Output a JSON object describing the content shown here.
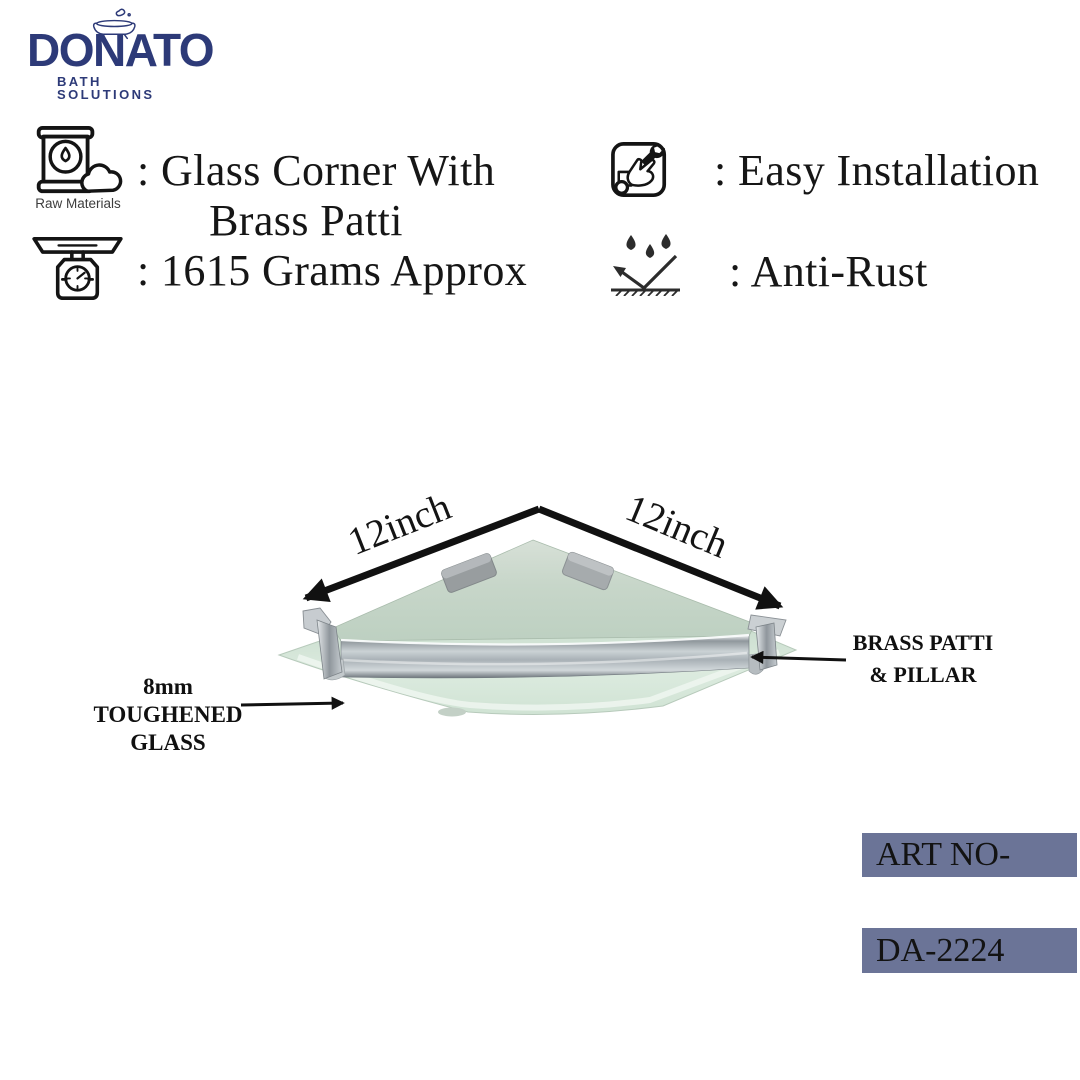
{
  "brand": {
    "name": "DONATO",
    "tagline": "BATH SOLUTIONS",
    "color": "#2d3a78"
  },
  "features": {
    "raw_materials": {
      "icon": "raw-materials-icon",
      "caption": "Raw Materials",
      "line1": ": Glass Corner With",
      "line2": "Brass Patti"
    },
    "weight": {
      "icon": "weighing-scale-icon",
      "text": ": 1615 Grams Approx"
    },
    "installation": {
      "icon": "easy-installation-icon",
      "text": ": Easy Installation"
    },
    "anti_rust": {
      "icon": "anti-rust-icon",
      "text": ": Anti-Rust"
    }
  },
  "product": {
    "name_implied": "Glass Corner With Brass Patti",
    "dim_left": "12inch",
    "dim_right": "12inch",
    "glass_label": {
      "line1": "8mm",
      "line2": "TOUGHENED",
      "line3": "GLASS"
    },
    "patti_label": {
      "line1": "BRASS PATTI",
      "line2": "& PILLAR"
    },
    "glass_color": "#c6d5c8",
    "chrome_color": "#b9bfc4"
  },
  "art_no": {
    "label": "ART NO-",
    "value": "DA-2224",
    "box_color": "#6b7497"
  },
  "colors": {
    "text": "#151515",
    "arrow": "#111111",
    "background": "#ffffff"
  }
}
